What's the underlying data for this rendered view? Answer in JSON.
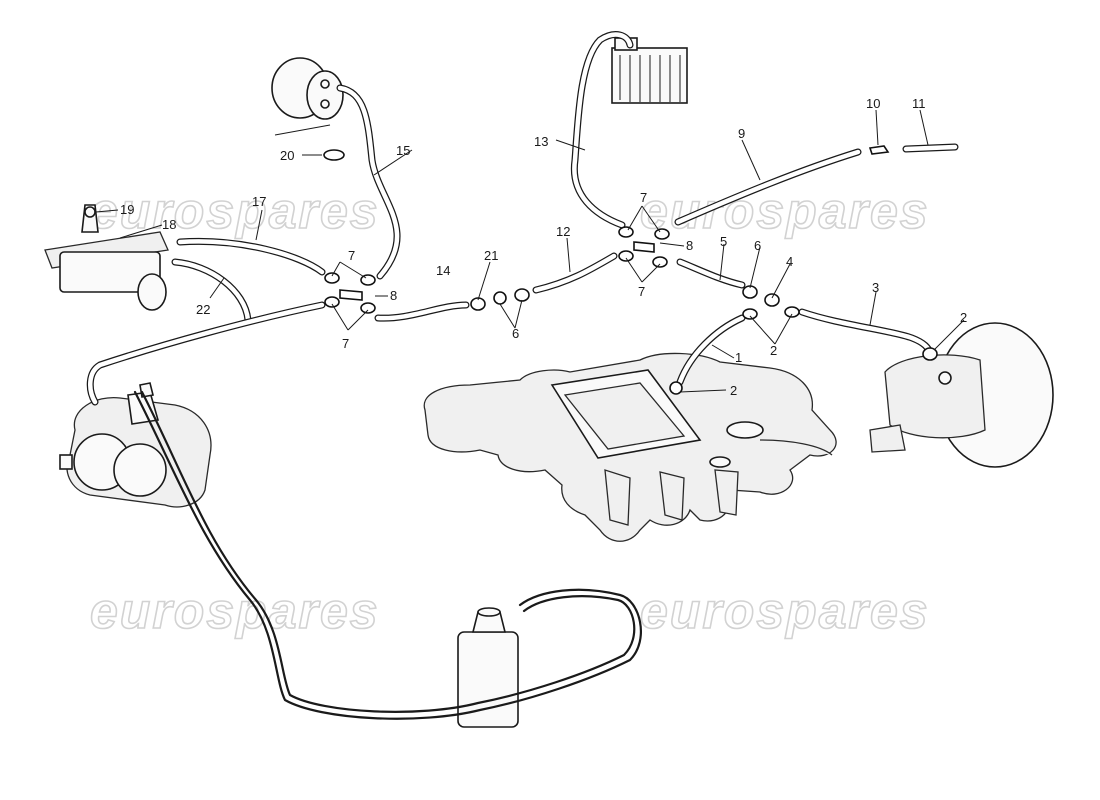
{
  "watermark": {
    "text": "eurospares"
  },
  "callouts": [
    "1",
    "2",
    "3",
    "4",
    "5",
    "6",
    "7",
    "8",
    "9",
    "10",
    "11",
    "12",
    "13",
    "14",
    "15",
    "17",
    "18",
    "19",
    "20",
    "21",
    "22"
  ],
  "labels": {
    "n1": "1",
    "n2": "2",
    "n3": "3",
    "n4": "4",
    "n5": "5",
    "n6": "6",
    "n7": "7",
    "n8": "8",
    "n9": "9",
    "n10": "10",
    "n11": "11",
    "n12": "12",
    "n13": "13",
    "n14": "14",
    "n15": "15",
    "n17": "17",
    "n18": "18",
    "n19": "19",
    "n20": "20",
    "n21": "21",
    "n22": "22"
  }
}
